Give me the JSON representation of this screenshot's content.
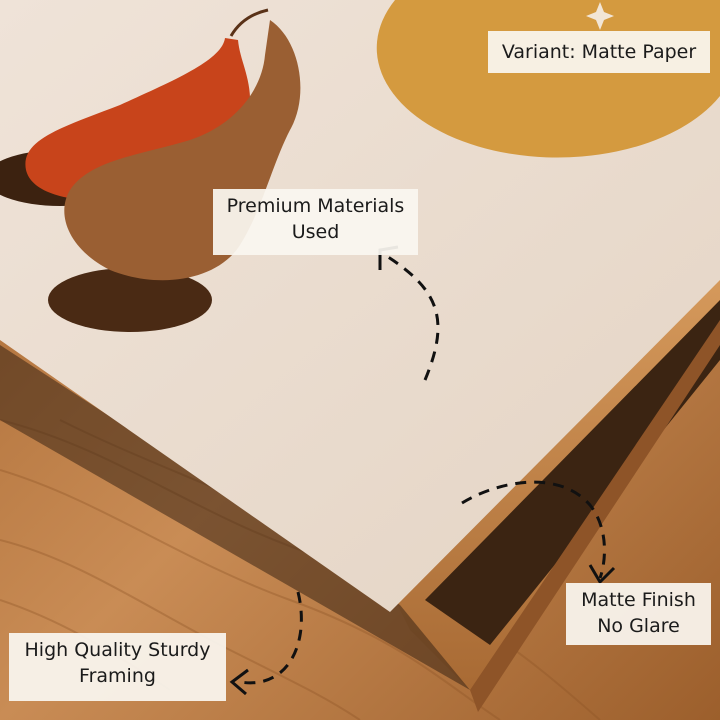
{
  "callouts": {
    "variant": "Variant: Matte Paper",
    "materials": {
      "line1": "Premium Materials",
      "line2": "Used"
    },
    "matte": {
      "line1": "Matte Finish",
      "line2": "No Glare"
    },
    "framing": {
      "line1": "High Quality Sturdy",
      "line2": "Framing"
    }
  },
  "palette": {
    "paper": "#ecdfd3",
    "sun": "#d49a3f",
    "vase_orange": "#c8441b",
    "vase_brown": "#9a5f33",
    "shadow": "#4a2a14",
    "wood": "#b87a45",
    "frame": "#c8894f"
  }
}
